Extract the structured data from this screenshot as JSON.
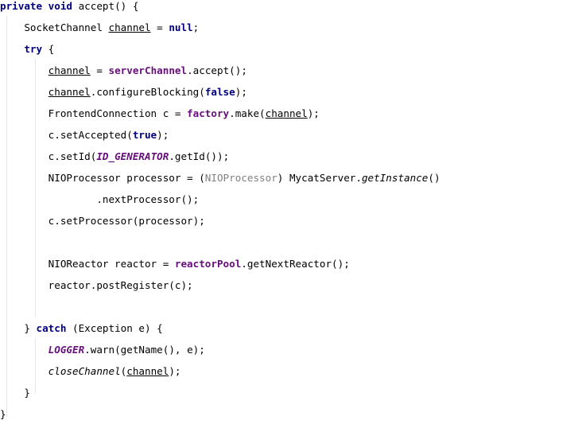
{
  "code": {
    "lines": [
      [
        {
          "t": "private",
          "s": "kw"
        },
        {
          "t": " "
        },
        {
          "t": "void",
          "s": "kw"
        },
        {
          "t": " accept() {"
        }
      ],
      [
        {
          "t": "    SocketChannel "
        },
        {
          "t": "channel",
          "s": "ul"
        },
        {
          "t": " = "
        },
        {
          "t": "null",
          "s": "kw"
        },
        {
          "t": ";"
        }
      ],
      [
        {
          "t": "    "
        },
        {
          "t": "try",
          "s": "kw"
        },
        {
          "t": " {"
        }
      ],
      [
        {
          "t": "        "
        },
        {
          "t": "channel",
          "s": "ul"
        },
        {
          "t": " = "
        },
        {
          "t": "serverChannel",
          "s": "field"
        },
        {
          "t": ".accept();"
        }
      ],
      [
        {
          "t": "        "
        },
        {
          "t": "channel",
          "s": "ul"
        },
        {
          "t": ".configureBlocking("
        },
        {
          "t": "false",
          "s": "kw"
        },
        {
          "t": ");"
        }
      ],
      [
        {
          "t": "        FrontendConnection c = "
        },
        {
          "t": "factory",
          "s": "field"
        },
        {
          "t": ".make("
        },
        {
          "t": "channel",
          "s": "ul"
        },
        {
          "t": ");"
        }
      ],
      [
        {
          "t": "        c.setAccepted("
        },
        {
          "t": "true",
          "s": "kw"
        },
        {
          "t": ");"
        }
      ],
      [
        {
          "t": "        c.setId("
        },
        {
          "t": "ID_GENERATOR",
          "s": "static"
        },
        {
          "t": ".getId());"
        }
      ],
      [
        {
          "t": "        NIOProcessor processor = ("
        },
        {
          "t": "NIOProcessor",
          "s": "gray"
        },
        {
          "t": ") MycatServer."
        },
        {
          "t": "getInstance",
          "s": "sfn"
        },
        {
          "t": "()"
        }
      ],
      [
        {
          "t": "                .nextProcessor();"
        }
      ],
      [
        {
          "t": "        c.setProcessor(processor);"
        }
      ],
      [
        {
          "t": ""
        }
      ],
      [
        {
          "t": "        NIOReactor reactor = "
        },
        {
          "t": "reactorPool",
          "s": "field"
        },
        {
          "t": ".getNextReactor();"
        }
      ],
      [
        {
          "t": "        reactor.postRegister(c);"
        }
      ],
      [
        {
          "t": ""
        }
      ],
      [
        {
          "t": "    } "
        },
        {
          "t": "catch",
          "s": "kw"
        },
        {
          "t": " (Exception e) {"
        }
      ],
      [
        {
          "t": "        "
        },
        {
          "t": "LOGGER",
          "s": "static"
        },
        {
          "t": ".warn(getName(), e);"
        }
      ],
      [
        {
          "t": "        "
        },
        {
          "t": "closeChannel",
          "s": "sfn"
        },
        {
          "t": "("
        },
        {
          "t": "channel",
          "s": "ul"
        },
        {
          "t": ");"
        }
      ],
      [
        {
          "t": "    }"
        }
      ],
      [
        {
          "t": "}"
        }
      ]
    ]
  }
}
